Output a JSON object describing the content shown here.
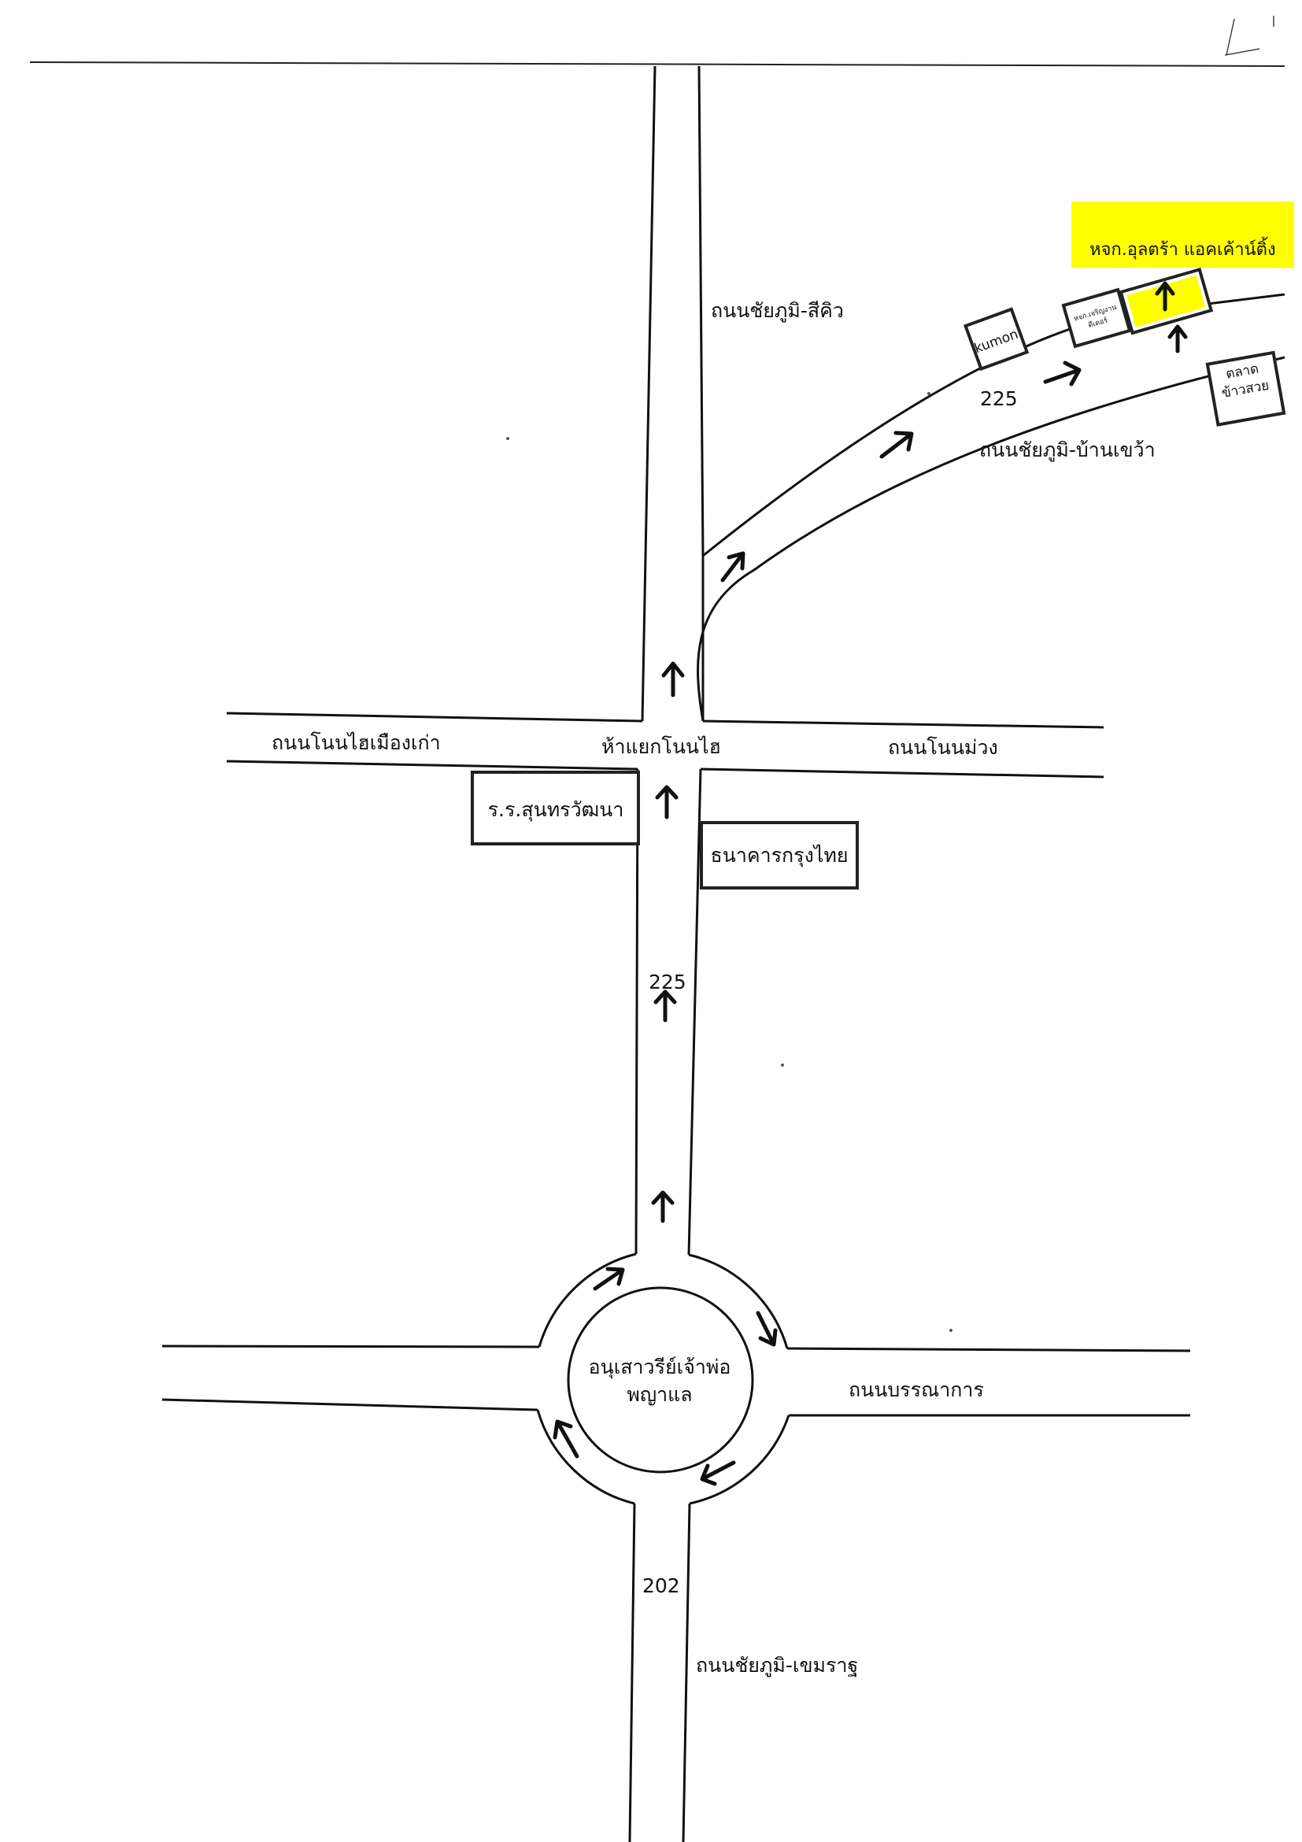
{
  "roads": {
    "chaiyaphum_sikhiu": "ถนนชัยภูมิ-สีคิว",
    "chaiyaphum_ban_khwao": "ถนนชัยภูมิ-บ้านเขว้า",
    "non_hai_mueang_kao": "ถนนโนนไฮเมืองเก่า",
    "non_muang": "ถนนโนนม่วง",
    "bannakan": "ถนนบรรณาการ",
    "chaiyaphum_khemarat": "ถนนชัยภูมิ-เขมราฐ"
  },
  "junctions": {
    "ha_yaek_non_hai": "ห้าแยกโนนไฮ"
  },
  "route_numbers": {
    "curve_225": "225",
    "main_225": "225",
    "south_202": "202"
  },
  "monument": {
    "line1": "อนุเสาวรีย์เจ้าพ่อ",
    "line2": "พญาแล"
  },
  "landmarks": {
    "school": "ร.ร.สุนทรวัฒนา",
    "bank": "ธนาคารกรุงไทย",
    "kumon": "kumon",
    "neighbor_shop_line1": "หจก.เจริญงาน",
    "neighbor_shop_line2": "ดีเตอร์",
    "market_line1": "ตลาด",
    "market_line2": "ข้าวสวย"
  },
  "destination": {
    "label": "หจก.อุลตร้า แอคเค้าน์ติ้ง",
    "highlight_color": "#ffff00"
  },
  "colors": {
    "line": "#111111",
    "highlight": "#ffff00"
  }
}
